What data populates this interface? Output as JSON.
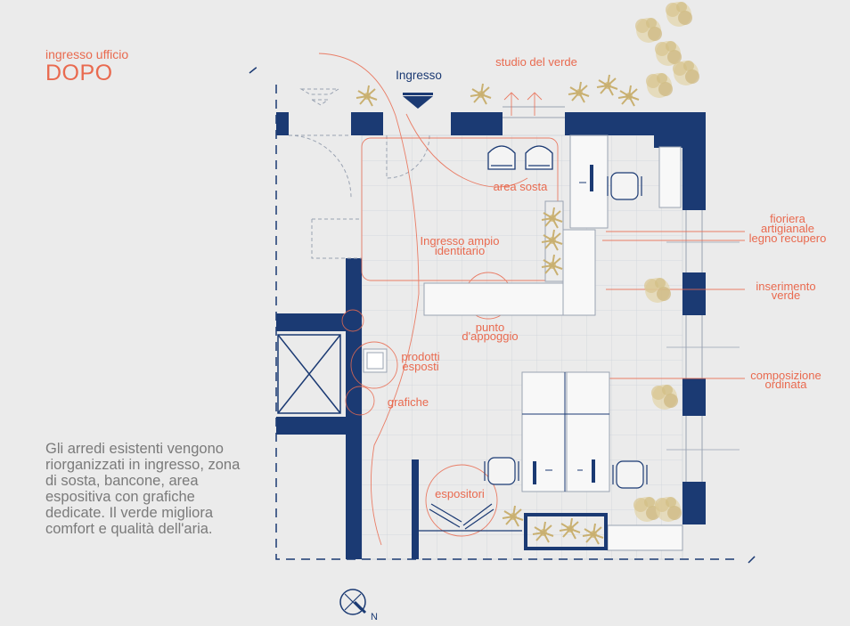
{
  "header": {
    "subtitle": "ingresso ufficio",
    "title": "DOPO"
  },
  "description": "Gli arredi esistenti vengono riorganizzati in ingresso, zona di sosta, bancone, area espositiva con grafiche dedicate. Il verde migliora comfort e qualità dell'aria.",
  "plan": {
    "entrance_label": "Ingresso",
    "labels": {
      "studio_verde": "studio del verde",
      "area_sosta": "area sosta",
      "ingresso_line1": "Ingresso ampio",
      "ingresso_line2": "identitario",
      "punto_line1": "punto",
      "punto_line2": "d'appoggio",
      "prodotti_line1": "prodotti",
      "prodotti_line2": "esposti",
      "grafiche": "grafiche",
      "espositori": "espositori",
      "fioriera_line1": "fioriera",
      "fioriera_line2": "artigianale",
      "fioriera_line3": "legno recupero",
      "inserimento_line1": "inserimento",
      "inserimento_line2": "verde",
      "composizione_line1": "composizione",
      "composizione_line2": "ordinata"
    },
    "north_label": "N"
  },
  "colors": {
    "wall": "#1b3a73",
    "accent": "#e96a4f",
    "grid": "#c9ced6",
    "plant": "#d8c48e",
    "text_gray": "#7a7a7a"
  }
}
